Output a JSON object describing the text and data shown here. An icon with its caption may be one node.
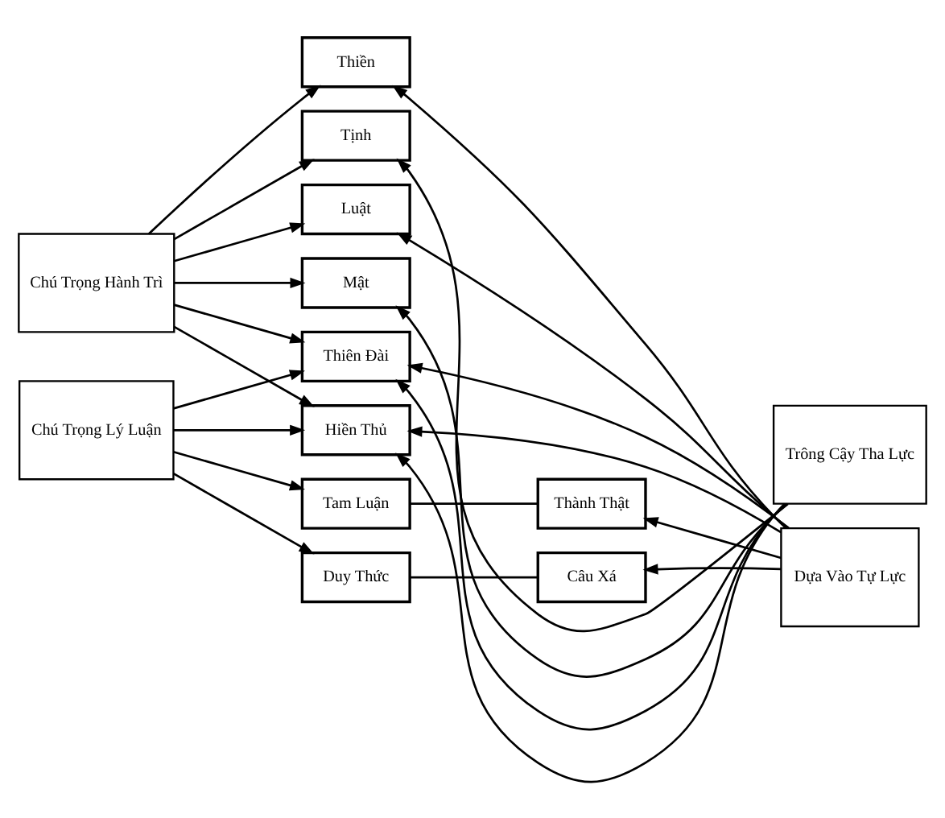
{
  "diagram": {
    "nodes": [
      {
        "text": [
          "Chú Trọng Hành Trì"
        ]
      },
      {
        "text": [
          "Chú Trọng Lý Luận"
        ]
      },
      {
        "text": [
          "Thiền"
        ]
      },
      {
        "text": [
          "Tịnh"
        ]
      },
      {
        "text": [
          "Luật"
        ]
      },
      {
        "text": [
          "Mật"
        ]
      },
      {
        "text": [
          "Thiên Đài"
        ]
      },
      {
        "text": [
          "Hiền Thủ"
        ]
      },
      {
        "text": [
          "Tam Luận"
        ]
      },
      {
        "text": [
          "Duy Thức"
        ]
      },
      {
        "text": [
          "Thành Thật"
        ]
      },
      {
        "text": [
          "Câu Xá"
        ]
      },
      {
        "text": [
          "Trông Cậy Tha Lực"
        ]
      },
      {
        "text": [
          "Dựa Vào Tự Lực"
        ]
      }
    ],
    "edges": [
      {
        "from": 0,
        "to": 2,
        "arrow": "to"
      },
      {
        "from": 0,
        "to": 3,
        "arrow": "to"
      },
      {
        "from": 0,
        "to": 4,
        "arrow": "to"
      },
      {
        "from": 0,
        "to": 5,
        "arrow": "to"
      },
      {
        "from": 0,
        "to": 6,
        "arrow": "to"
      },
      {
        "from": 0,
        "to": 7,
        "arrow": "to"
      },
      {
        "from": 1,
        "to": 6,
        "arrow": "to"
      },
      {
        "from": 1,
        "to": 7,
        "arrow": "to"
      },
      {
        "from": 1,
        "to": 8,
        "arrow": "to"
      },
      {
        "from": 1,
        "to": 9,
        "arrow": "to"
      },
      {
        "from": 8,
        "to": 10,
        "arrow": "none"
      },
      {
        "from": 9,
        "to": 11,
        "arrow": "none"
      },
      {
        "from": 12,
        "to": 3,
        "arrow": "to"
      },
      {
        "from": 12,
        "to": 5,
        "arrow": "to"
      },
      {
        "from": 12,
        "to": 6,
        "arrow": "to"
      },
      {
        "from": 12,
        "to": 7,
        "arrow": "to"
      },
      {
        "from": 13,
        "to": 2,
        "arrow": "to"
      },
      {
        "from": 13,
        "to": 4,
        "arrow": "to"
      },
      {
        "from": 13,
        "to": 6,
        "arrow": "to"
      },
      {
        "from": 13,
        "to": 7,
        "arrow": "to"
      },
      {
        "from": 13,
        "to": 10,
        "arrow": "to"
      },
      {
        "from": 13,
        "to": 11,
        "arrow": "to"
      }
    ]
  }
}
